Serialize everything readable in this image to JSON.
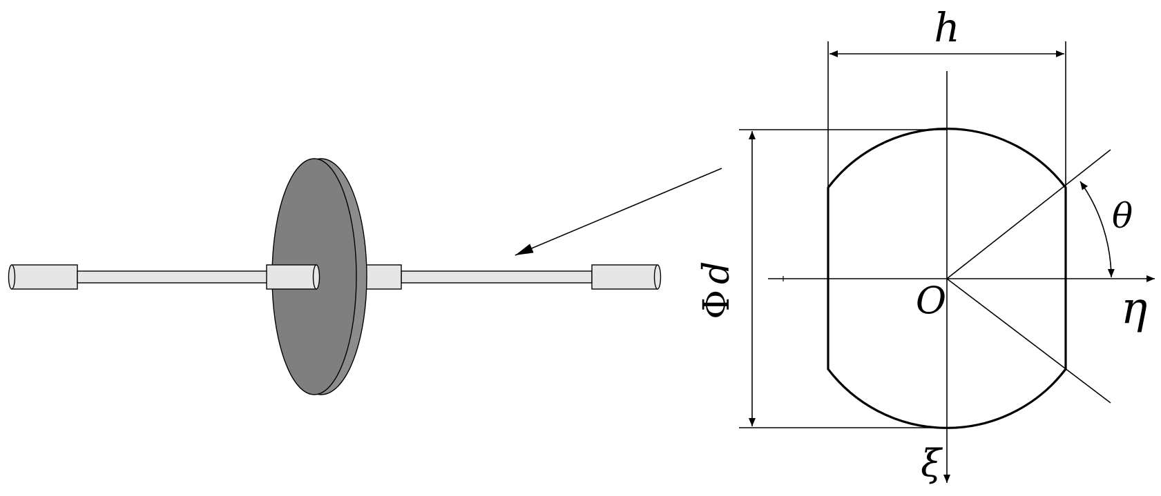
{
  "labels": {
    "width": "h",
    "diameter_symbol": "Φ",
    "diameter_var": "d",
    "angle": "θ",
    "origin": "O",
    "axis_horizontal": "η",
    "axis_vertical": "ξ"
  },
  "colors": {
    "stroke": "#000000",
    "shaft_fill": "#e6e6e6",
    "disk_face": "#7f7f7f",
    "disk_rim": "#8c8c8c"
  }
}
